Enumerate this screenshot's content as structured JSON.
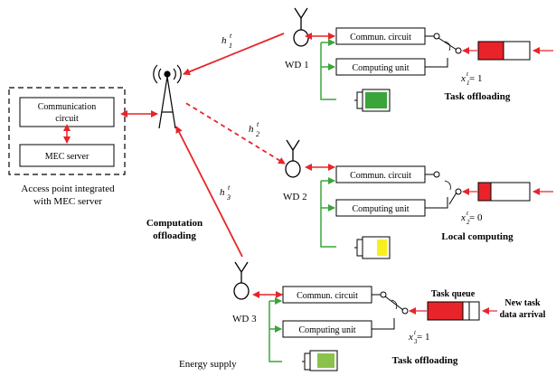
{
  "colors": {
    "link": "#e8242a",
    "supply": "#3aa539",
    "queue_fill": "#e8242a",
    "battery_green": "#3aa539",
    "battery_yellow": "#f7ef1f",
    "battery_lightgreen": "#8bc34a"
  },
  "icons": [
    "antenna-icon",
    "battery-icon",
    "switch-icon"
  ],
  "ap": {
    "comm_circuit": [
      "Communication",
      "circuit"
    ],
    "mec_server": "MEC server",
    "caption_line1": "Access point integrated",
    "caption_line2": "with MEC server"
  },
  "channels": {
    "h1": {
      "base": "h",
      "sub": "1",
      "sup": "t"
    },
    "h2": {
      "base": "h",
      "sub": "2",
      "sup": "t"
    },
    "h3": {
      "base": "h",
      "sub": "3",
      "sup": "t"
    }
  },
  "computation_offloading": [
    "Computation",
    "offloading"
  ],
  "devices": {
    "wd1": {
      "label": "WD 1",
      "comm": "Commun. circuit",
      "comp": "Computing unit",
      "x_base": "x",
      "x_sub": "1",
      "x_sup": "t",
      "x_value": " = 1",
      "mode": "Task offloading"
    },
    "wd2": {
      "label": "WD 2",
      "comm": "Commun. circuit",
      "comp": "Computing unit",
      "x_base": "x",
      "x_sub": "2",
      "x_sup": "t",
      "x_value": " = 0",
      "mode": "Local computing"
    },
    "wd3": {
      "label": "WD 3",
      "comm": "Commun. circuit",
      "comp": "Computing unit",
      "x_base": "x",
      "x_sub": "3",
      "x_sup": "t",
      "x_value": " = 1",
      "mode": "Task offloading",
      "queue_label": "Task queue",
      "new_task": [
        "New task",
        "data arrival"
      ],
      "energy_supply": "Energy supply"
    }
  }
}
